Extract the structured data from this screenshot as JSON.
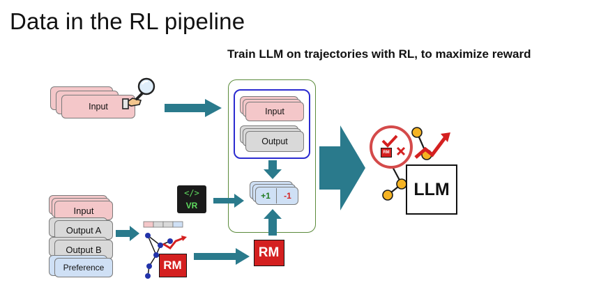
{
  "title": "Data in the RL pipeline",
  "subtitle": "Train LLM on trajectories with RL, to maximize reward",
  "prompt_stack": {
    "label": "Input"
  },
  "training_box": {
    "input_label": "Input",
    "output_label": "Output"
  },
  "reward_card": {
    "positive": "+1",
    "negative": "-1"
  },
  "verifier": {
    "code_glyph": "</>",
    "label": "VR"
  },
  "preference_stack": {
    "input_label": "Input",
    "output_a_label": "Output A",
    "output_b_label": "Output B",
    "preference_label": "Preference"
  },
  "reward_model_badge": "RM",
  "reward_model_trained_badge": "RM",
  "llm": {
    "label": "LLM",
    "badge": "RM"
  },
  "colors": {
    "arrow": "#2a7a8c",
    "box_outline_green": "#5a8a3a",
    "box_outline_blue": "#2b2bd0",
    "rm_red": "#d42020",
    "pink": "#f4c7c9",
    "gray": "#d9d9d9",
    "light_blue": "#cfe0f5"
  }
}
